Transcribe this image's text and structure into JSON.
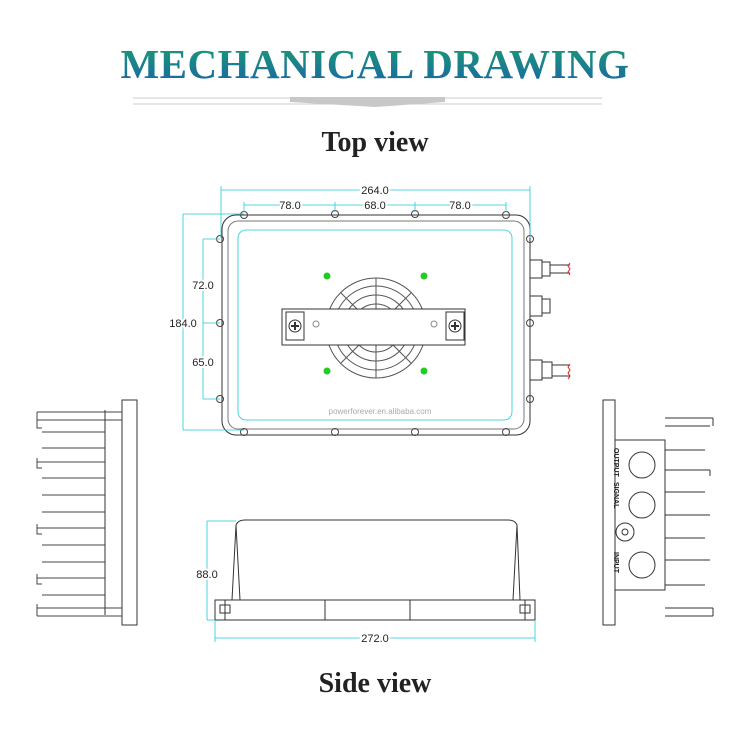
{
  "title": "MECHANICAL DRAWING",
  "top_view": {
    "heading": "Top view",
    "dimensions": {
      "overall_width": "264.0",
      "hole_spacing_left": "78.0",
      "hole_spacing_center": "68.0",
      "hole_spacing_right": "78.0",
      "overall_height": "184.0",
      "upper_spacing": "72.0",
      "lower_spacing": "65.0"
    },
    "watermark": "powerforever.en.alibaba.com"
  },
  "side_view": {
    "heading": "Side view",
    "dimensions": {
      "height": "88.0",
      "length": "272.0"
    },
    "port_labels": {
      "output": "OUTPUT",
      "signal": "SIGNAL",
      "input": "INPUT"
    }
  },
  "colors": {
    "dimension_line": "#22c8d8",
    "marker": "#22cc22",
    "cable_end": "#e02020",
    "title_top": "#1aa070",
    "title_bottom": "#1a62a8"
  }
}
